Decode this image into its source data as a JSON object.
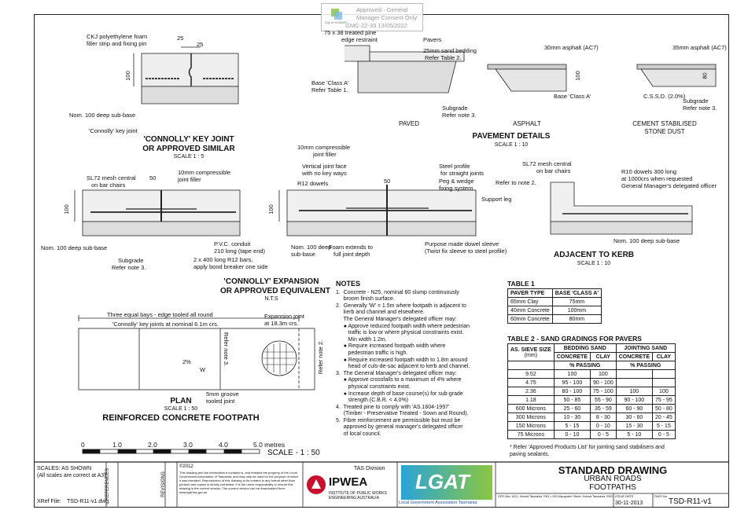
{
  "stamp": {
    "line1": "Approved - General",
    "line2": "Manager Consent Only",
    "line3": "GMC-22-33 13/05/2022",
    "logo": "City of HOBART"
  },
  "key_joint": {
    "labels": [
      "CKJ polyethylene foam",
      "filler strip and fixing pin",
      "25",
      "25",
      "100",
      "Nom. 100 deep sub-base",
      "'Connolly' key joint"
    ],
    "title1": "'CONNOLLY' KEY JOINT",
    "title2": "OR APPROVED SIMILAR",
    "scale": "SCALE 1 : 5"
  },
  "expansion": {
    "labels": [
      "SL72 mesh central",
      "on bar chairs",
      "50",
      "10mm compressible",
      "joint filler",
      "100",
      "P.V.C. conduit",
      "210 long (tape end)",
      "Nom. 100 deep sub-base",
      "2 x 400 long R12 bars,",
      "apply bond breaker one side",
      "Subgrade",
      "Refer note 3."
    ],
    "title1": "'CONNOLLY' EXPANSION",
    "title2": "OR APPROVED EQUIVALENT",
    "scale": "N.T.S"
  },
  "pavement": {
    "paved_labels": [
      "75 x 38 treated pine",
      "edge restraint",
      "Pavers",
      "25mm sand bedding",
      "Refer Table 2.",
      "Base 'Class A'",
      "Refer Table 1.",
      "Subgrade",
      "Refer note 3.",
      "PAVED"
    ],
    "asphalt_labels": [
      "30mm asphalt (AC7)",
      "100",
      "Base 'Class A'",
      "ASPHALT"
    ],
    "csd_labels": [
      "35mm asphalt (AC7)",
      "80",
      "C.S.S.D. (2.0%)",
      "Subgrade",
      "Refer note 3.",
      "CEMENT STABILISED",
      "STONE DUST"
    ],
    "title": "PAVEMENT DETAILS",
    "scale": "SCALE 1 : 10"
  },
  "dowel_joint": {
    "labels": [
      "10mm compressible",
      "joint filler",
      "Vertical joint face",
      "with no key ways",
      "R12 dowels",
      "Steel profile",
      "for straight joints",
      "Peg & wedge",
      "fixing system",
      "Support leg",
      "100",
      "Nom. 100 deep",
      "sub-base",
      "Foam extends to",
      "full joint depth",
      "Purpose made dowel sleeve",
      "(Twist fix sleeve to steel profile)",
      "50"
    ]
  },
  "kerb": {
    "labels": [
      "SL72 mesh central",
      "on bar chairs",
      "R10 dowels 300 long",
      "at 1000crs when requested",
      "General Manager's delegated officer",
      "Refer to note 2.",
      "Nom. 100 deep sub-base"
    ],
    "title": "ADJACENT TO KERB",
    "scale": "SCALE 1 : 10"
  },
  "plan": {
    "labels": [
      "Three equal bays - edge tooled all round",
      "'Connolly' key joints at nominal 6.1m crs.",
      "Expansion joint",
      "at 18.3m crs.",
      "Refer note 3.",
      "W",
      "2%",
      "Refer note 2.",
      "5mm groove",
      "tooled joint"
    ],
    "title1": "PLAN",
    "scale1": "SCALE 1 : 50",
    "title2": "REINFORCED CONCRETE FOOTPATH"
  },
  "scalebar": {
    "ticks": [
      "0",
      "1.0",
      "2.0",
      "3.0",
      "4.0",
      "5.0 metres"
    ],
    "label": "SCALE - 1 : 50"
  },
  "notes": {
    "heading": "NOTES",
    "lines": [
      "1.  Concrete - N25, nominal 60 slump continuously",
      "     broom finish surface.",
      "2.  Generally 'W' = 1.5m where footpath is adjacent to",
      "     kerb and channel and elsewhere.",
      "     The General Manager's delegated officer may:",
      "     ● Approve reduced footpath width where pedestrian",
      "        traffic is low or where physical constraints exist.",
      "        Min width 1.2m.",
      "     ● Require increased footpath width where",
      "        pedestrian traffic is high.",
      "     ● Require increased footpath width to 1.8m around",
      "        head of culs-de-sac adjacent to kerb and channel.",
      "3.  The General Manager's delegated officer may:",
      "     ● Approve crossfalls to a maximum of 4% where",
      "        physical constraints exist.",
      "     ● Increase depth of base course(s) for sub-grade",
      "        strength (C.B.R. < 4.0%)",
      "4.  Treated pine to comply with 'AS.1604-1997'",
      "     (Timber - Preservative Treated - Sown and Round).",
      "5.  Fibre reinforcement are permissible but must be",
      "     approved by general manager's delegated officer",
      "     of local council."
    ]
  },
  "table1": {
    "title": "TABLE 1",
    "headers": [
      "PAVER TYPE",
      "BASE 'CLASS A'"
    ],
    "rows": [
      [
        "65mm Clay",
        "75mm"
      ],
      [
        "40mm Concrete",
        "100mm"
      ],
      [
        "60mm Concrete",
        "80mm"
      ]
    ]
  },
  "table2": {
    "title": "TABLE 2 - SAND GRADINGS FOR PAVERS",
    "h_sieve": "AS. SIEVE SIZE",
    "h_mm": "(mm)",
    "h_bedding": "BEDDING SAND",
    "h_jointing": "JOINTING SAND",
    "h_concrete": "CONCRETE",
    "h_clay": "CLAY",
    "h_passing": "% PASSING",
    "rows": [
      [
        "9.52",
        "100",
        "100",
        "",
        ""
      ],
      [
        "4.75",
        "95 - 100",
        "90 - 100",
        "",
        ""
      ],
      [
        "2.36",
        "80 - 100",
        "75 - 100",
        "100",
        "100"
      ],
      [
        "1.18",
        "50 - 85",
        "55 - 90",
        "90 - 100",
        "75 - 95"
      ],
      [
        "600 Microns",
        "25 - 60",
        "35 - 59",
        "60 - 90",
        "50 - 80"
      ],
      [
        "300 Microns",
        "10 - 30",
        "8 - 30",
        "30 - 60",
        "20 - 45"
      ],
      [
        "150 Microns",
        "5 - 15",
        "0 - 10",
        "15 - 30",
        "5 - 15"
      ],
      [
        "75 Microns",
        "0 - 10",
        "0 - 5",
        "5 - 10",
        "0 - 5"
      ]
    ],
    "footnote1": "* Refer 'Approved Products List' for jointing sand stabilisers and",
    "footnote2": "   paving sealants."
  },
  "titleblock": {
    "scales1": "SCALES: AS SHOWN",
    "scales2": "(All scales are correct at A3)",
    "xref_label": "XRef File:",
    "xref": "TSD-R11-v1.dwg",
    "references": "REFERENCES",
    "revisions": "REVISIONS",
    "copyright": "©2012",
    "copy_text": "This drawing and the information it contains is, and remains the property of the Local Government Association of Tasmania, and may only be used for the purpose of which it was intended. Reproduction of this drawing or its content in any format other than printed hard copies is strictly prohibited. It is the users responsibility to ensure this drawing is the current version. The current version can be downloaded from: www.lgat.tas.gov.au",
    "tas_division": "TAS Division",
    "ipwea": "IPWEA",
    "ipwea_sub1": "INSTITUTE OF PUBLIC WORKS",
    "ipwea_sub2": "ENGINEERING AUSTRALIA",
    "lgat": "LGAT",
    "lgat_sub": "Local Government Association Tasmania",
    "std": "STANDARD DRAWING",
    "std1": "URBAN ROADS",
    "std2": "FOOTPATHS",
    "address": "GPO Box 1521, Hobart Tasmania 7001 • 326 Macquarie Street, Hobart Tasmania 7000",
    "issue_label": "ISSUE DATE",
    "issue": "30-11-2013",
    "dwg_label": "DWG No.",
    "dwg": "TSD-R11-v1"
  }
}
